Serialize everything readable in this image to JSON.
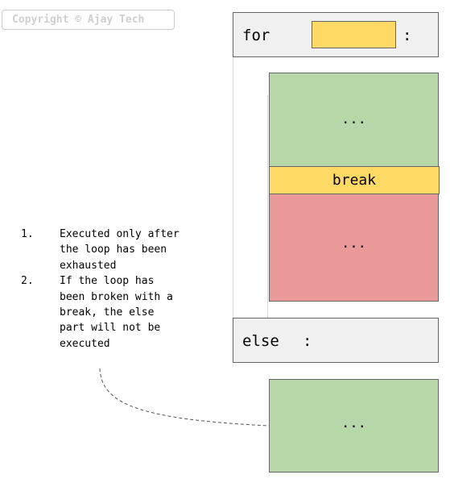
{
  "copyright": "Copyright © Ajay Tech",
  "for_block": {
    "keyword": "for",
    "colon": ":"
  },
  "loop_body": {
    "top_text": "...",
    "break_text": "break",
    "bottom_text": "..."
  },
  "else_block": {
    "keyword": "else",
    "colon": ":"
  },
  "else_body": {
    "text": "..."
  },
  "notes": [
    {
      "number": "1.",
      "text": "Executed only after the loop has been exhausted"
    },
    {
      "number": "2.",
      "text": "If the loop has been broken with a break, the else part will not be executed"
    }
  ],
  "colors": {
    "green": "#b6d7a8",
    "red": "#ea9999",
    "yellow": "#ffd966",
    "header": "#f0f0f0"
  }
}
